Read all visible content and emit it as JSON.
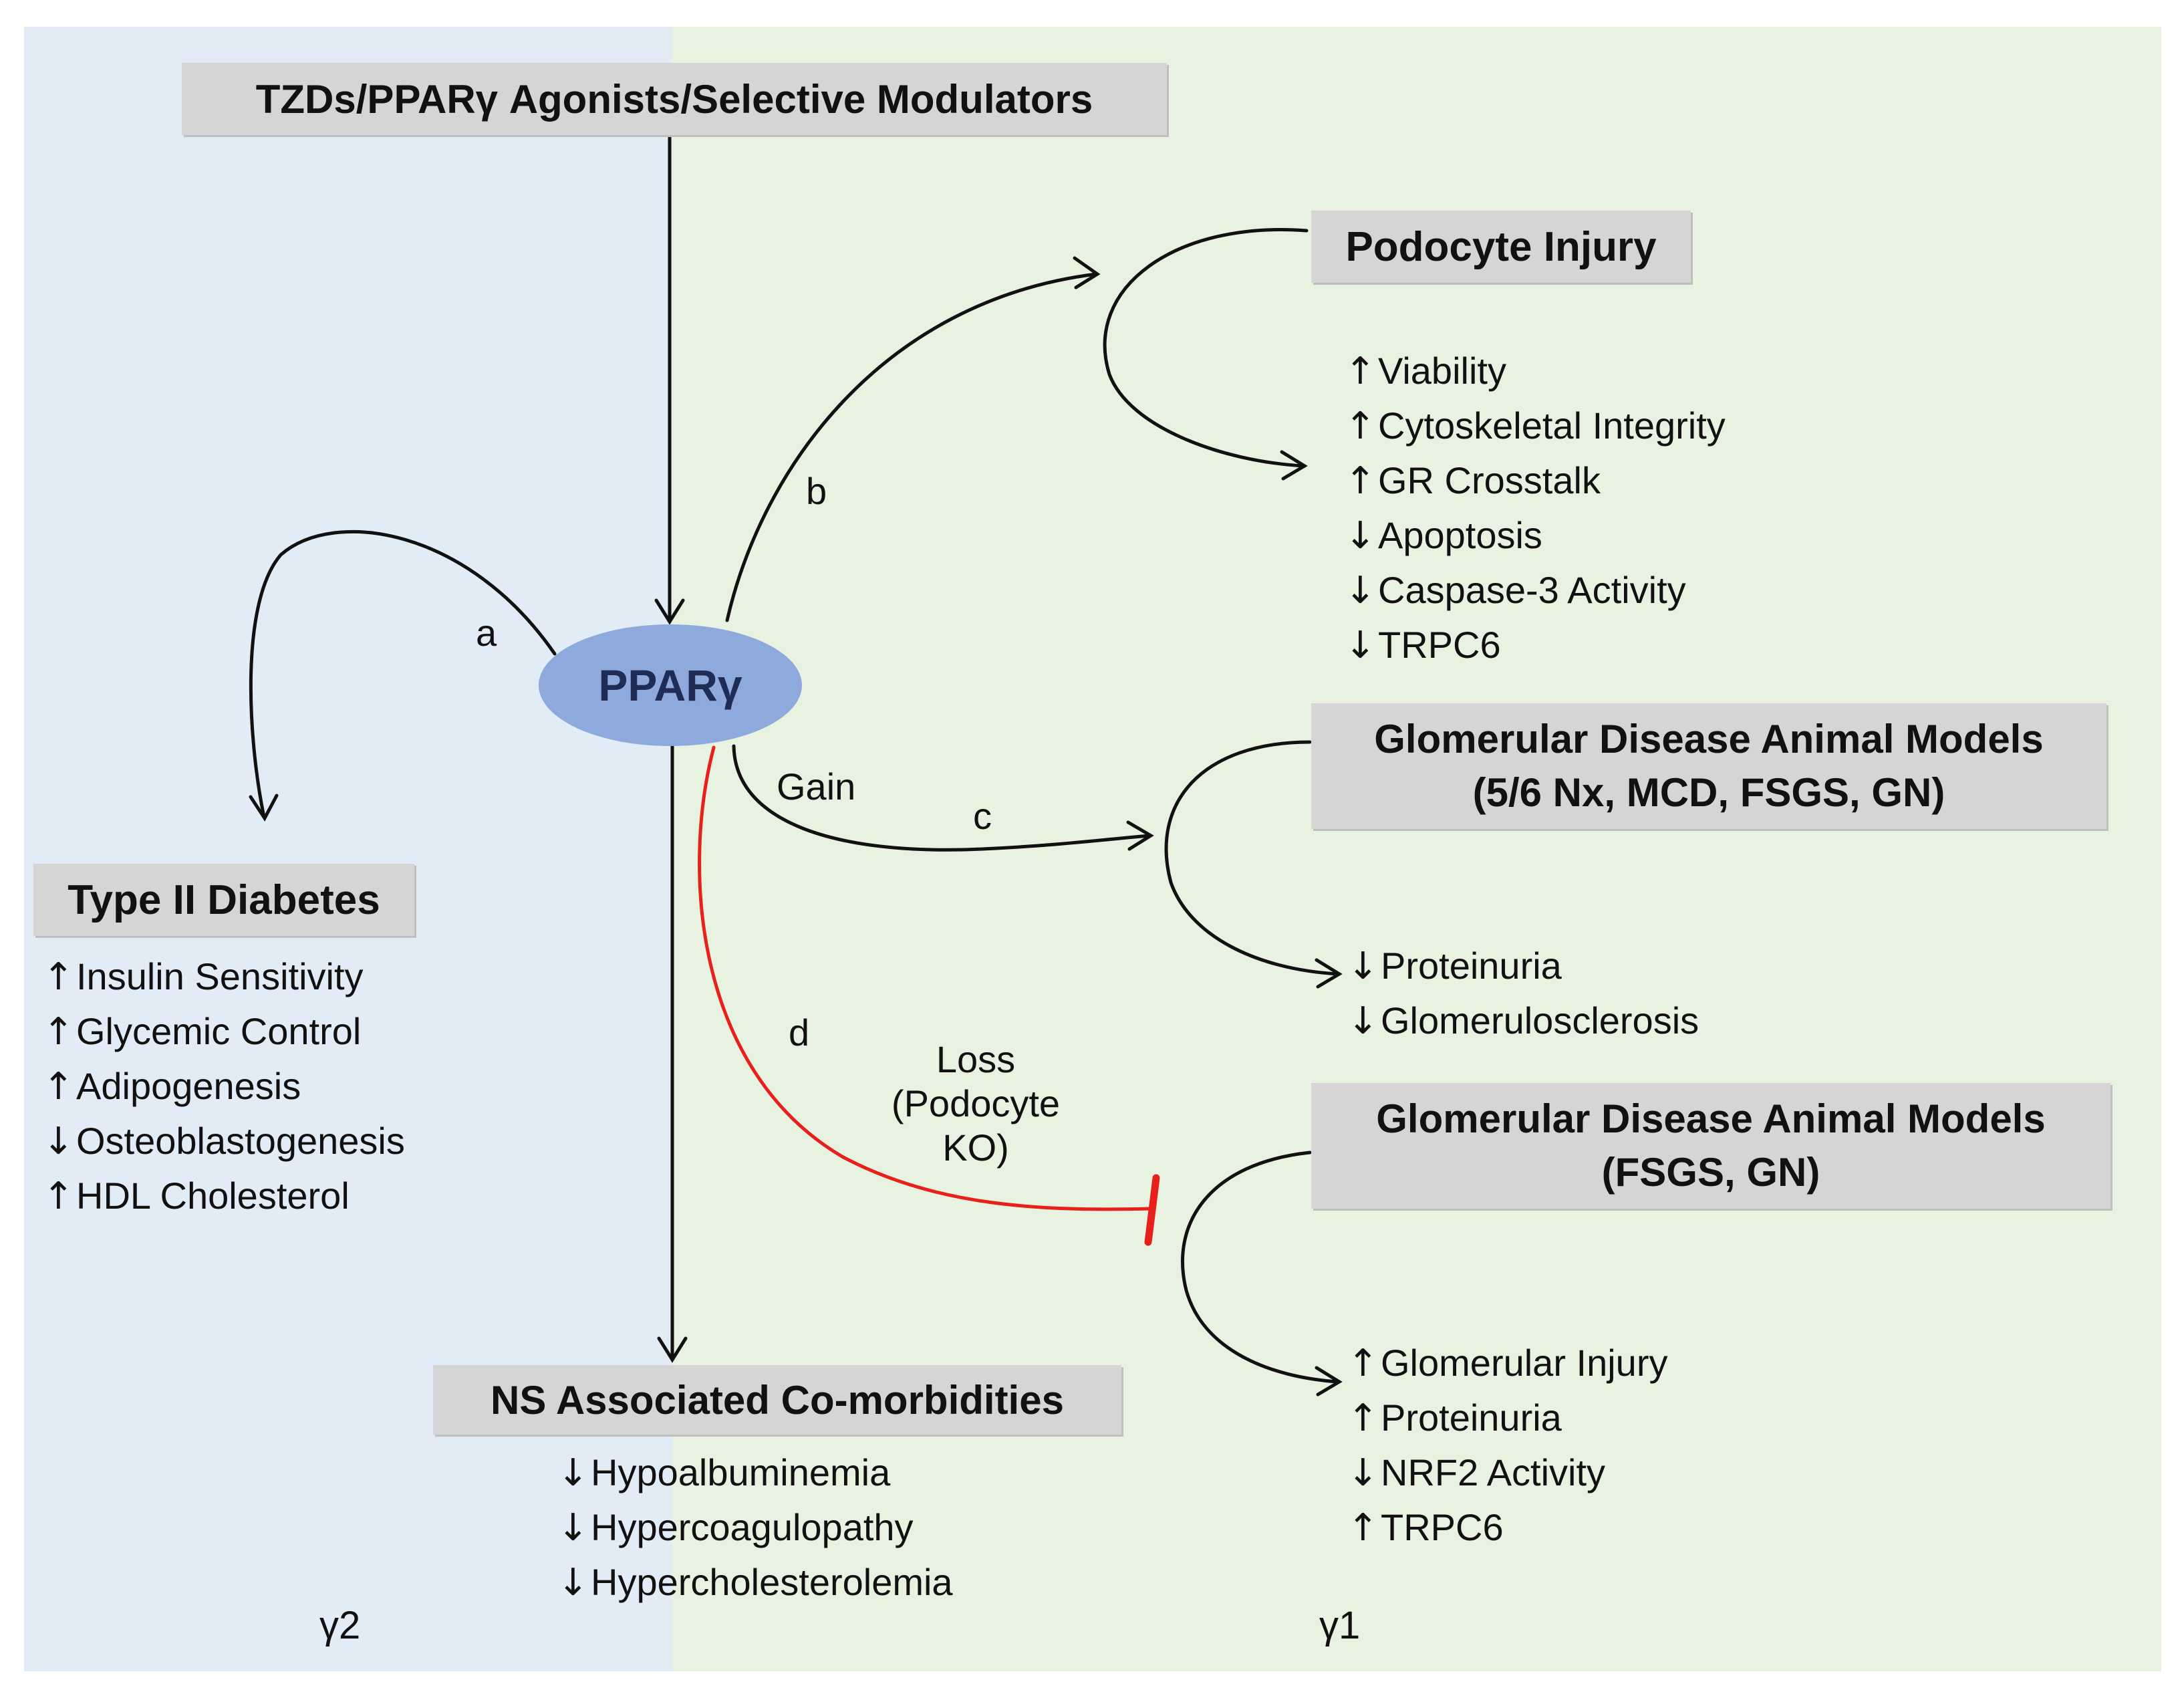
{
  "panels": {
    "left_label": "γ2",
    "right_label": "γ1"
  },
  "top_box": "TZDs/PPARγ Agonists/Selective  Modulators",
  "center_node": "PPARγ",
  "path_labels": {
    "a": "a",
    "b": "b",
    "c": "c",
    "d": "d",
    "gain": "Gain",
    "loss": [
      "Loss",
      "(Podocyte",
      "KO)"
    ]
  },
  "podocyte": {
    "title": "Podocyte Injury",
    "items": [
      {
        "arrow": "↑",
        "text": "Viability"
      },
      {
        "arrow": "↑",
        "text": "Cytoskeletal Integrity"
      },
      {
        "arrow": "↑",
        "text": "GR Crosstalk"
      },
      {
        "arrow": "↓",
        "text": "Apoptosis"
      },
      {
        "arrow": "↓",
        "text": "Caspase-3 Activity"
      },
      {
        "arrow": "↓",
        "text": "TRPC6"
      }
    ]
  },
  "models_gain": {
    "title_line1": "Glomerular Disease Animal Models",
    "title_line2": "(5/6 Nx, MCD, FSGS, GN)",
    "items": [
      {
        "arrow": "↓",
        "text": "Proteinuria"
      },
      {
        "arrow": "↓",
        "text": "Glomerulosclerosis"
      }
    ]
  },
  "models_loss": {
    "title_line1": "Glomerular Disease Animal Models",
    "title_line2": "(FSGS, GN)",
    "items": [
      {
        "arrow": "↑",
        "text": "Glomerular Injury"
      },
      {
        "arrow": "↑",
        "text": "Proteinuria"
      },
      {
        "arrow": "↓",
        "text": "NRF2 Activity"
      },
      {
        "arrow": "↑",
        "text": "TRPC6"
      }
    ]
  },
  "diabetes": {
    "title": "Type II Diabetes",
    "items": [
      {
        "arrow": "↑",
        "text": "Insulin Sensitivity"
      },
      {
        "arrow": "↑",
        "text": "Glycemic Control"
      },
      {
        "arrow": "↑",
        "text": "Adipogenesis"
      },
      {
        "arrow": "↓",
        "text": "Osteoblastogenesis"
      },
      {
        "arrow": "↑",
        "text": "HDL Cholesterol"
      }
    ]
  },
  "comorbid": {
    "title": "NS Associated  Co-morbidities",
    "items": [
      {
        "arrow": "↓",
        "text": "Hypoalbuminemia"
      },
      {
        "arrow": "↓",
        "text": "Hypercoagulopathy"
      },
      {
        "arrow": "↓",
        "text": "Hypercholesterolemia"
      }
    ]
  },
  "colors": {
    "left_panel": "#e2ecf7",
    "right_panel": "#e8f2e1",
    "box": "#d5d5d5",
    "oval": "#8ea9dc",
    "inhibit": "#e8201b"
  }
}
